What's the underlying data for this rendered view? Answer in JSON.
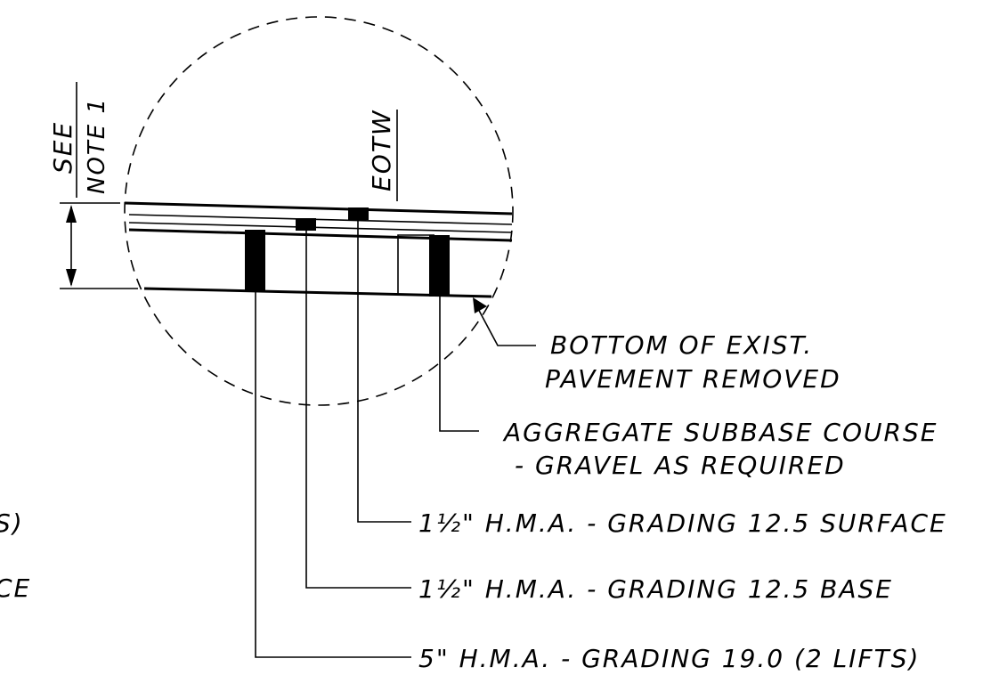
{
  "drawing": {
    "title": "",
    "colors": {
      "ink": "#000000",
      "background": "#ffffff"
    },
    "notes": {
      "see_label": "SEE",
      "note_label": "NOTE 1",
      "eotw_label": "EOTW"
    },
    "callouts": {
      "bottom_existing": [
        "BOTTOM OF EXIST.",
        "PAVEMENT REMOVED"
      ],
      "subbase": [
        "AGGREGATE SUBBASE COURSE",
        "- GRAVEL AS REQUIRED"
      ],
      "surface": "1½\" H.M.A. - GRADING 12.5 SURFACE",
      "base": "1½\" H.M.A. - GRADING 12.5 BASE",
      "binder": "5\" H.M.A. - GRADING 19.0 (2 LIFTS)"
    },
    "cut_off_left": {
      "line1": "S)",
      "line2": "CE"
    }
  }
}
